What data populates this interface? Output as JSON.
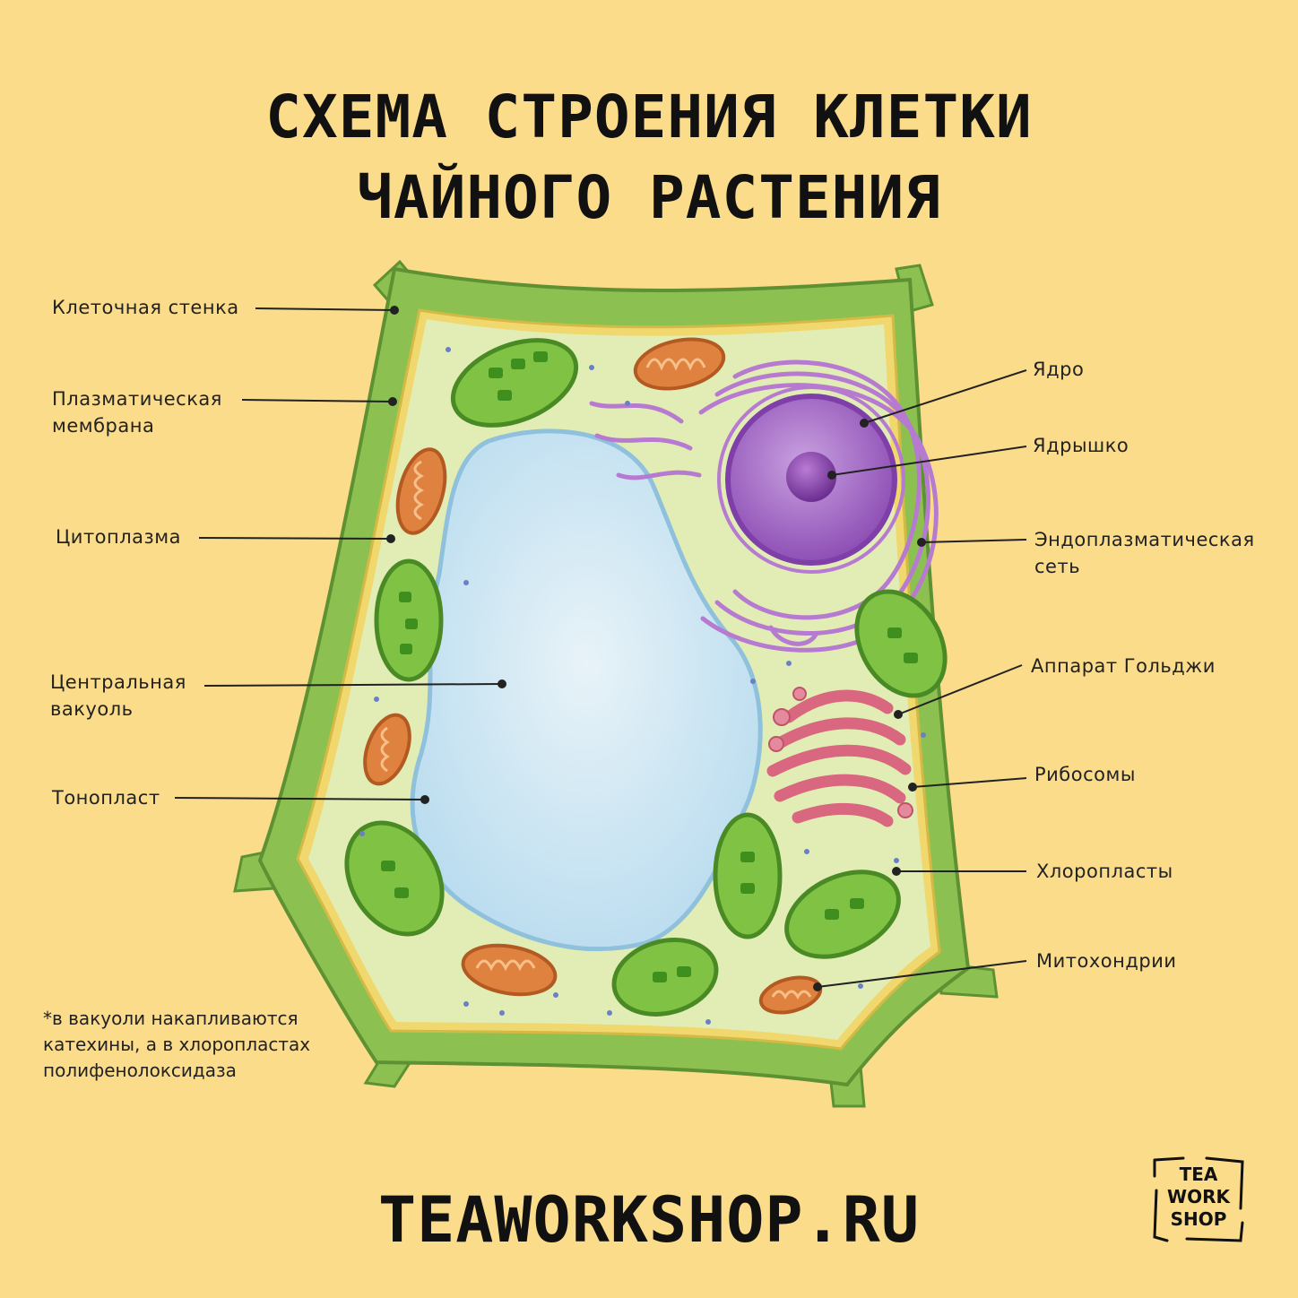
{
  "title": {
    "line1": "СХЕМА СТРОЕНИЯ КЛЕТКИ",
    "line2": "ЧАЙНОГО РАСТЕНИЯ"
  },
  "labels": {
    "cell_wall": "Клеточная стенка",
    "plasma_membrane": "Плазматическая\nмембрана",
    "cytoplasm": "Цитоплазма",
    "central_vacuole": "Центральная\nвакуоль",
    "tonoplast": "Тонопласт",
    "nucleus": "Ядро",
    "nucleolus": "Ядрышко",
    "er": "Эндоплазматическая\nсеть",
    "golgi": "Аппарат Гольджи",
    "ribosomes": "Рибосомы",
    "chloroplasts": "Хлоропласты",
    "mitochondria": "Митохондрии"
  },
  "footnote": "*в вакуоли накапливаются катехины, а в хлоропластах полифенолоксидаза",
  "website": "TEAWORKSHOP.RU",
  "logo": {
    "line1": "TEA",
    "line2": "WORK",
    "line3": "SHOP"
  },
  "colors": {
    "background": "#FBDC8A",
    "cell_wall": "#8CC152",
    "cytoplasm": "#E2EDB6",
    "vacuole": "#C8E3F2",
    "nucleus": "#A873C6",
    "golgi": "#D9677F",
    "chloroplast": "#5DAA2E",
    "mitochondria": "#E0823F"
  }
}
